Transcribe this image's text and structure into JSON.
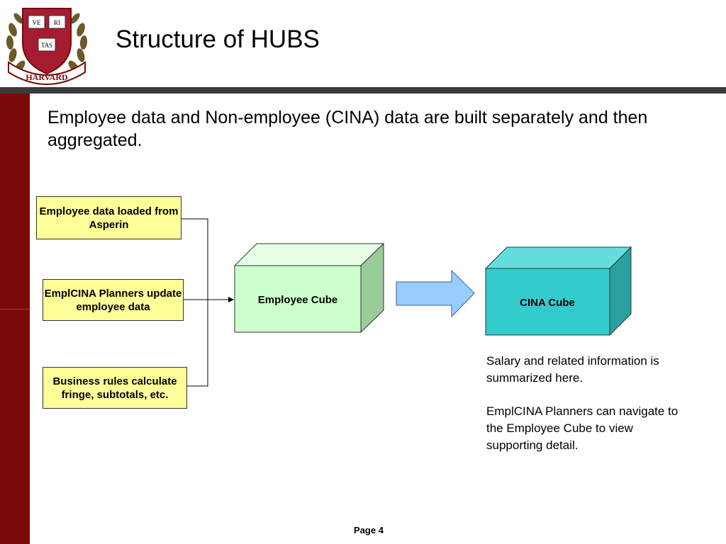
{
  "slide": {
    "title": "Structure of HUBS",
    "intro": "Employee data and Non-employee (CINA) data are built separately and then aggregated.",
    "page": "Page 4"
  },
  "logo": {
    "shield_top_left": "VE",
    "shield_top_right": "RI",
    "shield_bottom": "TAS",
    "ribbon": "HARVARD"
  },
  "diagram": {
    "sources": [
      "Employee data loaded from Asperin",
      "EmplCINA Planners update employee data",
      "Business rules calculate fringe, subtotals, etc."
    ],
    "employee_cube": "Employee Cube",
    "cina_cube": "CINA Cube"
  },
  "notes": [
    "Salary and related information is summarized here.",
    "EmplCINA Planners can navigate to the Employee Cube to view supporting detail."
  ],
  "colors": {
    "brand_crimson": "#7a0a0a",
    "header_bar": "#3b3b3b",
    "source_box": "#ffff99",
    "employee_cube_front": "#ccffcc",
    "cina_cube_front": "#33cccc",
    "arrow": "#99ccff"
  }
}
